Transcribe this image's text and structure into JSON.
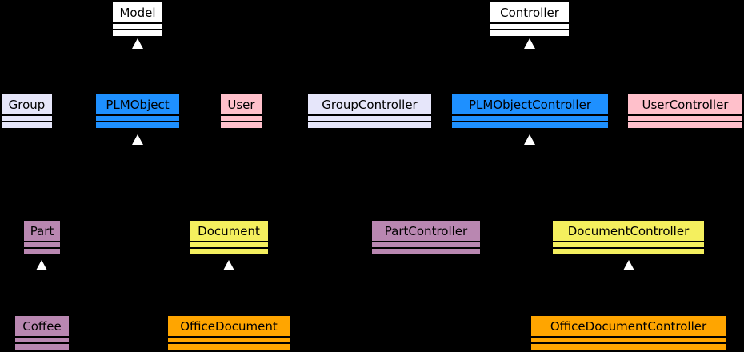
{
  "diagram": {
    "type": "uml-class-inheritance-diagram",
    "background": "#000000",
    "inheritance_arrow": {
      "glyph": "triangle-up",
      "color": "#ffffff"
    },
    "arrows_under": [
      "Model",
      "Controller",
      "PLMObject",
      "PLMObjectController",
      "Part",
      "Document",
      "DocumentController"
    ]
  },
  "classes": [
    {
      "label": "Model",
      "fill": "#ffffff"
    },
    {
      "label": "Controller",
      "fill": "#ffffff"
    },
    {
      "label": "Group",
      "fill": "#e6e6fa"
    },
    {
      "label": "PLMObject",
      "fill": "#1e90ff"
    },
    {
      "label": "User",
      "fill": "#ffc0cb"
    },
    {
      "label": "GroupController",
      "fill": "#e6e6fa"
    },
    {
      "label": "PLMObjectController",
      "fill": "#1e90ff"
    },
    {
      "label": "UserController",
      "fill": "#ffc0cb"
    },
    {
      "label": "Part",
      "fill": "#b987b1"
    },
    {
      "label": "Document",
      "fill": "#f4ef5e"
    },
    {
      "label": "PartController",
      "fill": "#b987b1"
    },
    {
      "label": "DocumentController",
      "fill": "#f4ef5e"
    },
    {
      "label": "Coffee",
      "fill": "#b987b1"
    },
    {
      "label": "OfficeDocument",
      "fill": "#ffa500"
    },
    {
      "label": "OfficeDocumentController",
      "fill": "#ffa500"
    }
  ]
}
